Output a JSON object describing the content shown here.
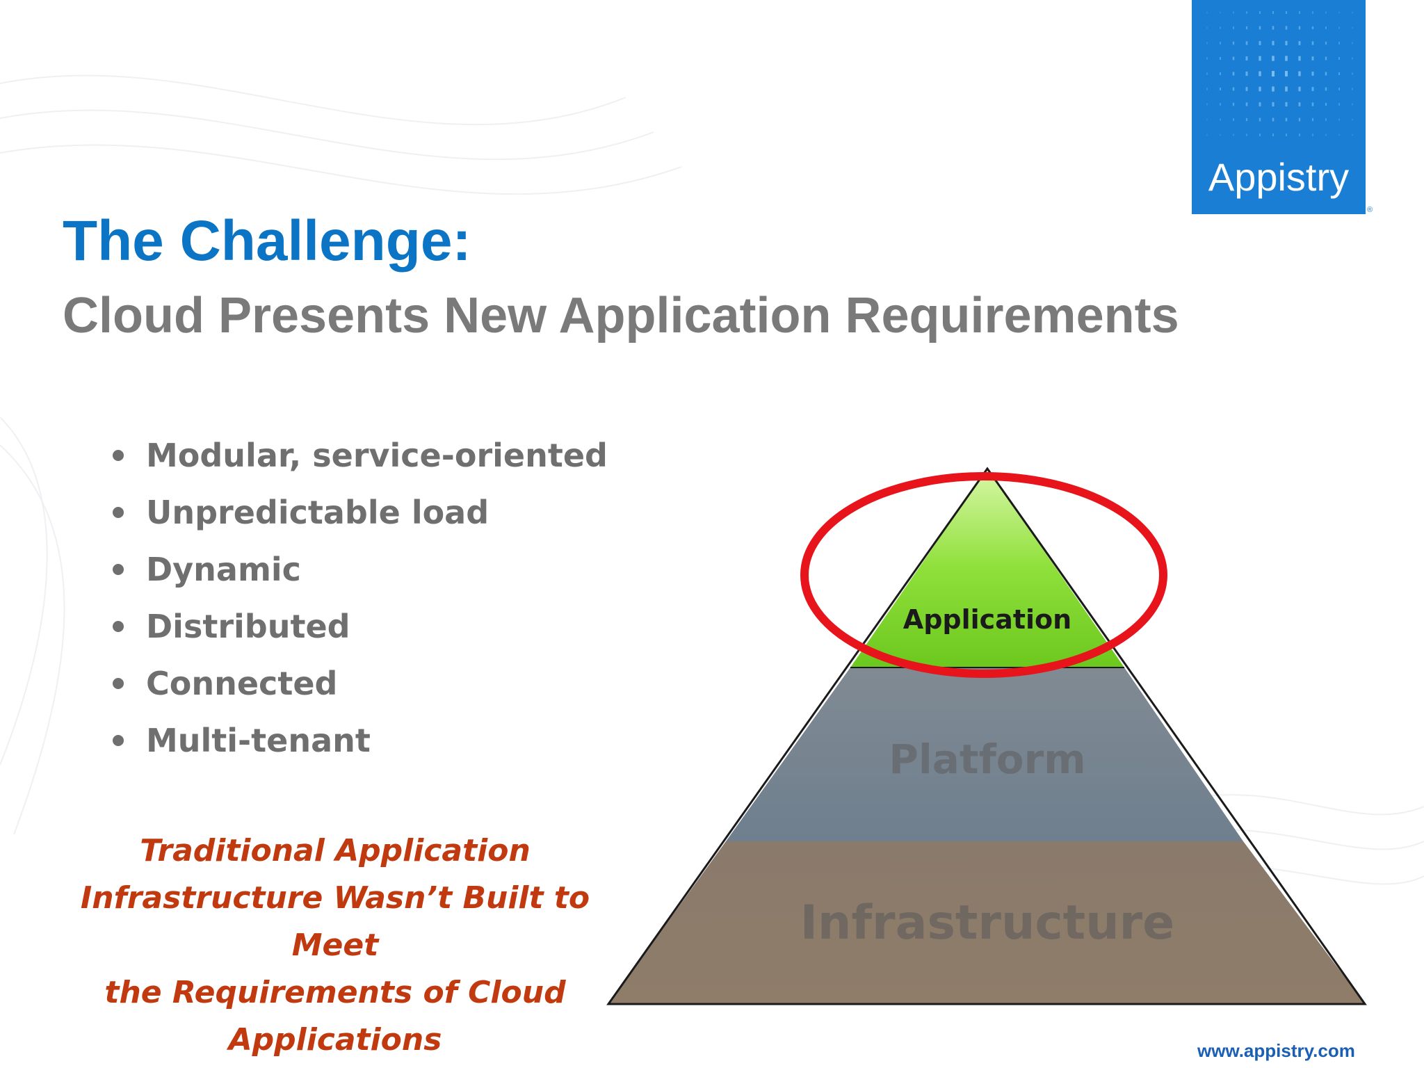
{
  "logo": {
    "brand": "Appistry",
    "registered_mark": "®"
  },
  "slide": {
    "title": "The Challenge:",
    "subtitle": "Cloud Presents New Application Requirements",
    "bullets": [
      "Modular, service-oriented",
      "Unpredictable load",
      "Dynamic",
      "Distributed",
      "Connected",
      "Multi-tenant"
    ],
    "callout_lines": [
      "Traditional Application",
      "Infrastructure Wasn’t Built to Meet",
      "the Requirements of Cloud",
      "Applications"
    ]
  },
  "pyramid": {
    "layers": [
      "Application",
      "Platform",
      "Infrastructure"
    ],
    "colors": {
      "application": "#7ed321",
      "platform": "#7d8c99",
      "infrastructure": "#8e7b68",
      "highlight_ring": "#e8141c"
    }
  },
  "footer": {
    "url": "www.appistry.com"
  },
  "colors": {
    "title": "#0b74c4",
    "subtitle": "#7a7a7a",
    "bullets": "#6f6f6f",
    "callout": "#c0390f",
    "logo_bg": "#1a7fd4"
  }
}
